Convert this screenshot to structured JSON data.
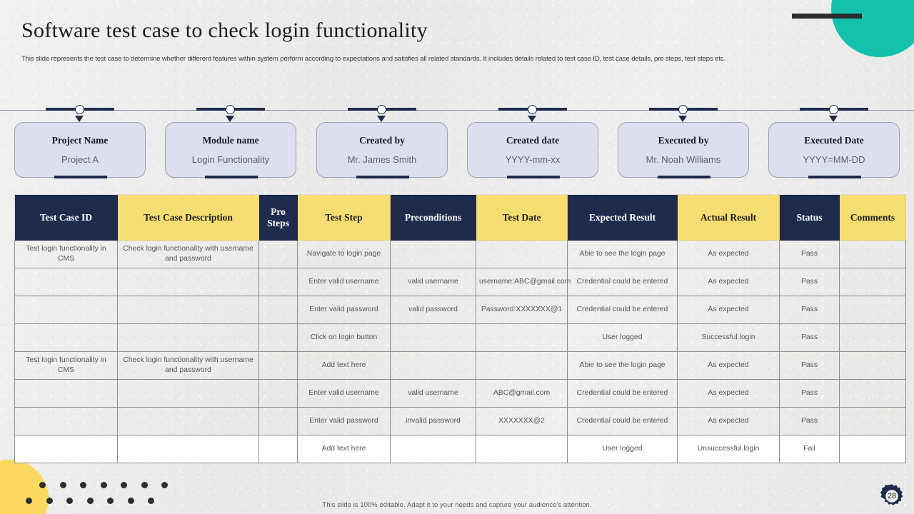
{
  "slide": {
    "title": "Software test case to check login functionality",
    "subtitle": "This slide represents the test case to determine whether different features within system perform according to expectations and satisfies all related standards. It includes details related to test case ID, test case details, pre steps, test steps etc.",
    "footer_note": "This slide is 100% editable.  Adapt it to your needs and capture your audience's attention.",
    "page_number": "28"
  },
  "colors": {
    "navy": "#1f2b4d",
    "gold": "#f8de72",
    "teal": "#16c0ae",
    "yellow": "#fbd961",
    "card_fill": "#dce0ee",
    "background": "#ededeb"
  },
  "info_cards": [
    {
      "title": "Project  Name",
      "value": "Project A"
    },
    {
      "title": "Module name",
      "value": "Login Functionality"
    },
    {
      "title": "Created by",
      "value": "Mr.  James Smith"
    },
    {
      "title": "Created date",
      "value": "YYYY-mm-xx"
    },
    {
      "title": "Executed by",
      "value": "Mr.  Noah Williams"
    },
    {
      "title": "Executed Date",
      "value": "YYYY=MM-DD"
    }
  ],
  "table": {
    "columns": [
      {
        "label": "Test Case ID",
        "style": "navy"
      },
      {
        "label": "Test Case Description",
        "style": "gold"
      },
      {
        "label": "Pro\nSteps",
        "style": "navy"
      },
      {
        "label": "Test Step",
        "style": "gold"
      },
      {
        "label": "Preconditions",
        "style": "navy"
      },
      {
        "label": "Test Date",
        "style": "gold"
      },
      {
        "label": "Expected Result",
        "style": "navy"
      },
      {
        "label": "Actual Result",
        "style": "gold"
      },
      {
        "label": "Status",
        "style": "navy"
      },
      {
        "label": "Comments",
        "style": "gold"
      }
    ],
    "rows": [
      {
        "white": false,
        "cells": [
          "Test login functionality in CMS",
          "Check login functionality with username and password",
          "",
          "Navigate to login page",
          "",
          "",
          "Abie to  see the login page",
          "As expected",
          "Pass",
          ""
        ]
      },
      {
        "white": false,
        "cells": [
          "",
          "",
          "",
          "Enter valid username",
          "valid username",
          "username:ABC@gmail.com",
          "Credential could be entered",
          "As expected",
          "Pass",
          ""
        ]
      },
      {
        "white": false,
        "cells": [
          "",
          "",
          "",
          "Enter valid password",
          "valid password",
          "Password:XXXXXXX@1",
          "Credential could be entered",
          "As expected",
          "Pass",
          ""
        ]
      },
      {
        "white": false,
        "cells": [
          "",
          "",
          "",
          "Click on login button",
          "",
          "",
          "User logged",
          "Successful login",
          "Pass",
          ""
        ]
      },
      {
        "white": false,
        "cells": [
          "Test login functionality in CMS",
          "Check login functionality with username and password",
          "",
          "Add text here",
          "",
          "",
          "Abie to  see the login page",
          "As expected",
          "Pass",
          ""
        ]
      },
      {
        "white": false,
        "cells": [
          "",
          "",
          "",
          "Enter valid username",
          "valid username",
          "ABC@gmail.com",
          "Credential could be entered",
          "As expected",
          "Pass",
          ""
        ]
      },
      {
        "white": false,
        "cells": [
          "",
          "",
          "",
          "Enter valid password",
          "invalid password",
          "XXXXXXX@2",
          "Credential could be entered",
          "As expected",
          "Pass",
          ""
        ]
      },
      {
        "white": true,
        "cells": [
          "",
          "",
          "",
          "Add text here",
          "",
          "",
          "User logged",
          "Unsuccessful login",
          "Fail",
          ""
        ]
      }
    ]
  },
  "decorations": {
    "teal_circle": "teal-circle-decoration",
    "top_bar": "dark-bar-decoration",
    "yellow_corner": "yellow-circle-decoration",
    "gear": "gear-icon"
  }
}
